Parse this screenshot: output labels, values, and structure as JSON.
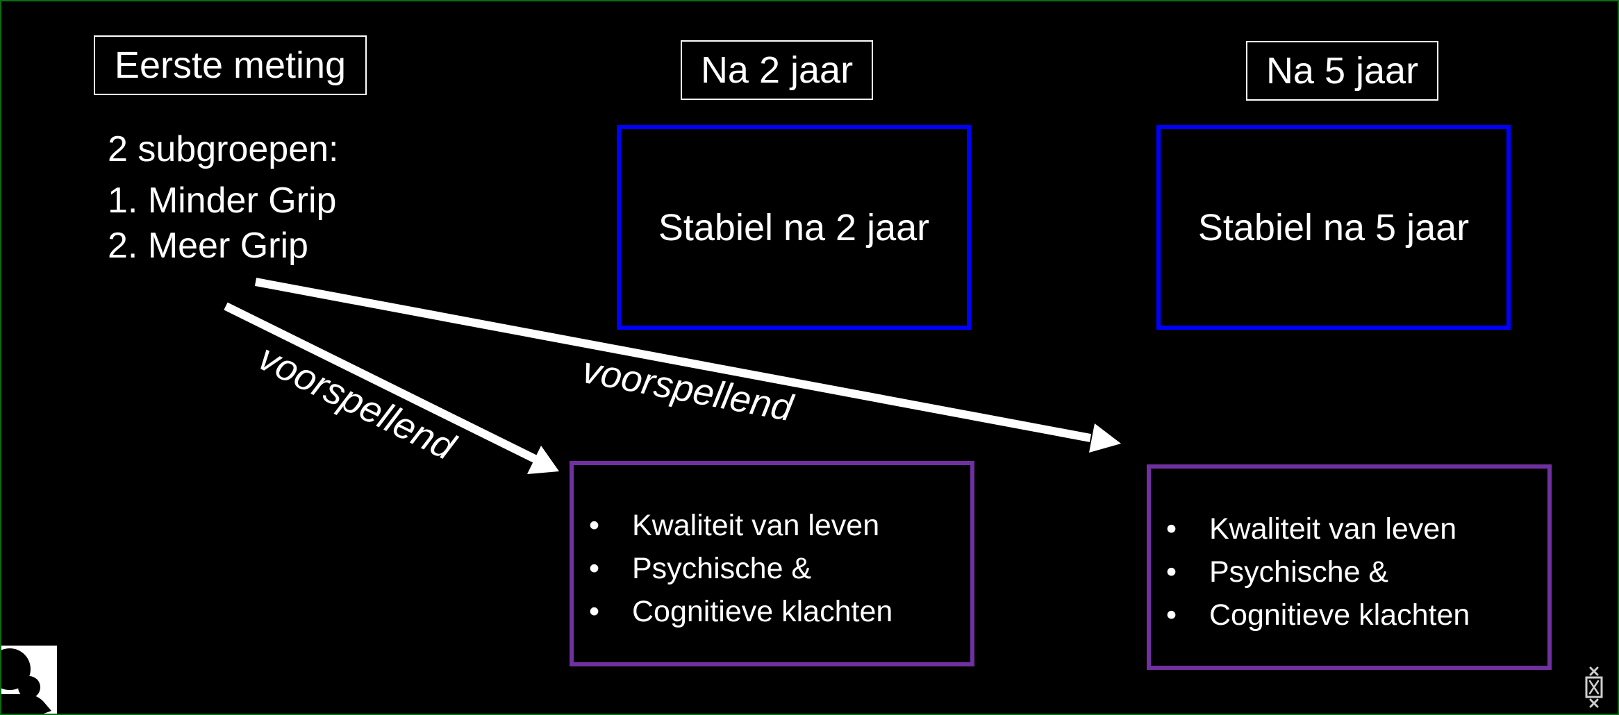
{
  "columns": {
    "first": {
      "title": "Eerste meting"
    },
    "two_years": {
      "title": "Na 2 jaar"
    },
    "five_years": {
      "title": "Na 5 jaar"
    }
  },
  "subgroups": {
    "heading": "2 subgroepen:",
    "items": [
      "1. Minder Grip",
      "2. Meer Grip"
    ]
  },
  "stable": {
    "two_years": "Stabiel na 2 jaar",
    "five_years": "Stabiel na 5 jaar"
  },
  "outcomes": {
    "bullet": "•",
    "items": [
      "Kwaliteit van leven",
      "Psychische &",
      "Cognitieve klachten"
    ]
  },
  "arrows": {
    "to_two_years_label": "voorspellend",
    "to_five_years_label": "voorspellend"
  },
  "colors": {
    "background": "#000000",
    "frame": "#0a6e12",
    "stable_border": "#0000ff",
    "outcome_border": "#7030a0",
    "arrow": "#ffffff"
  },
  "icons": [
    "person-logo-icon",
    "crosses-logo-icon"
  ]
}
